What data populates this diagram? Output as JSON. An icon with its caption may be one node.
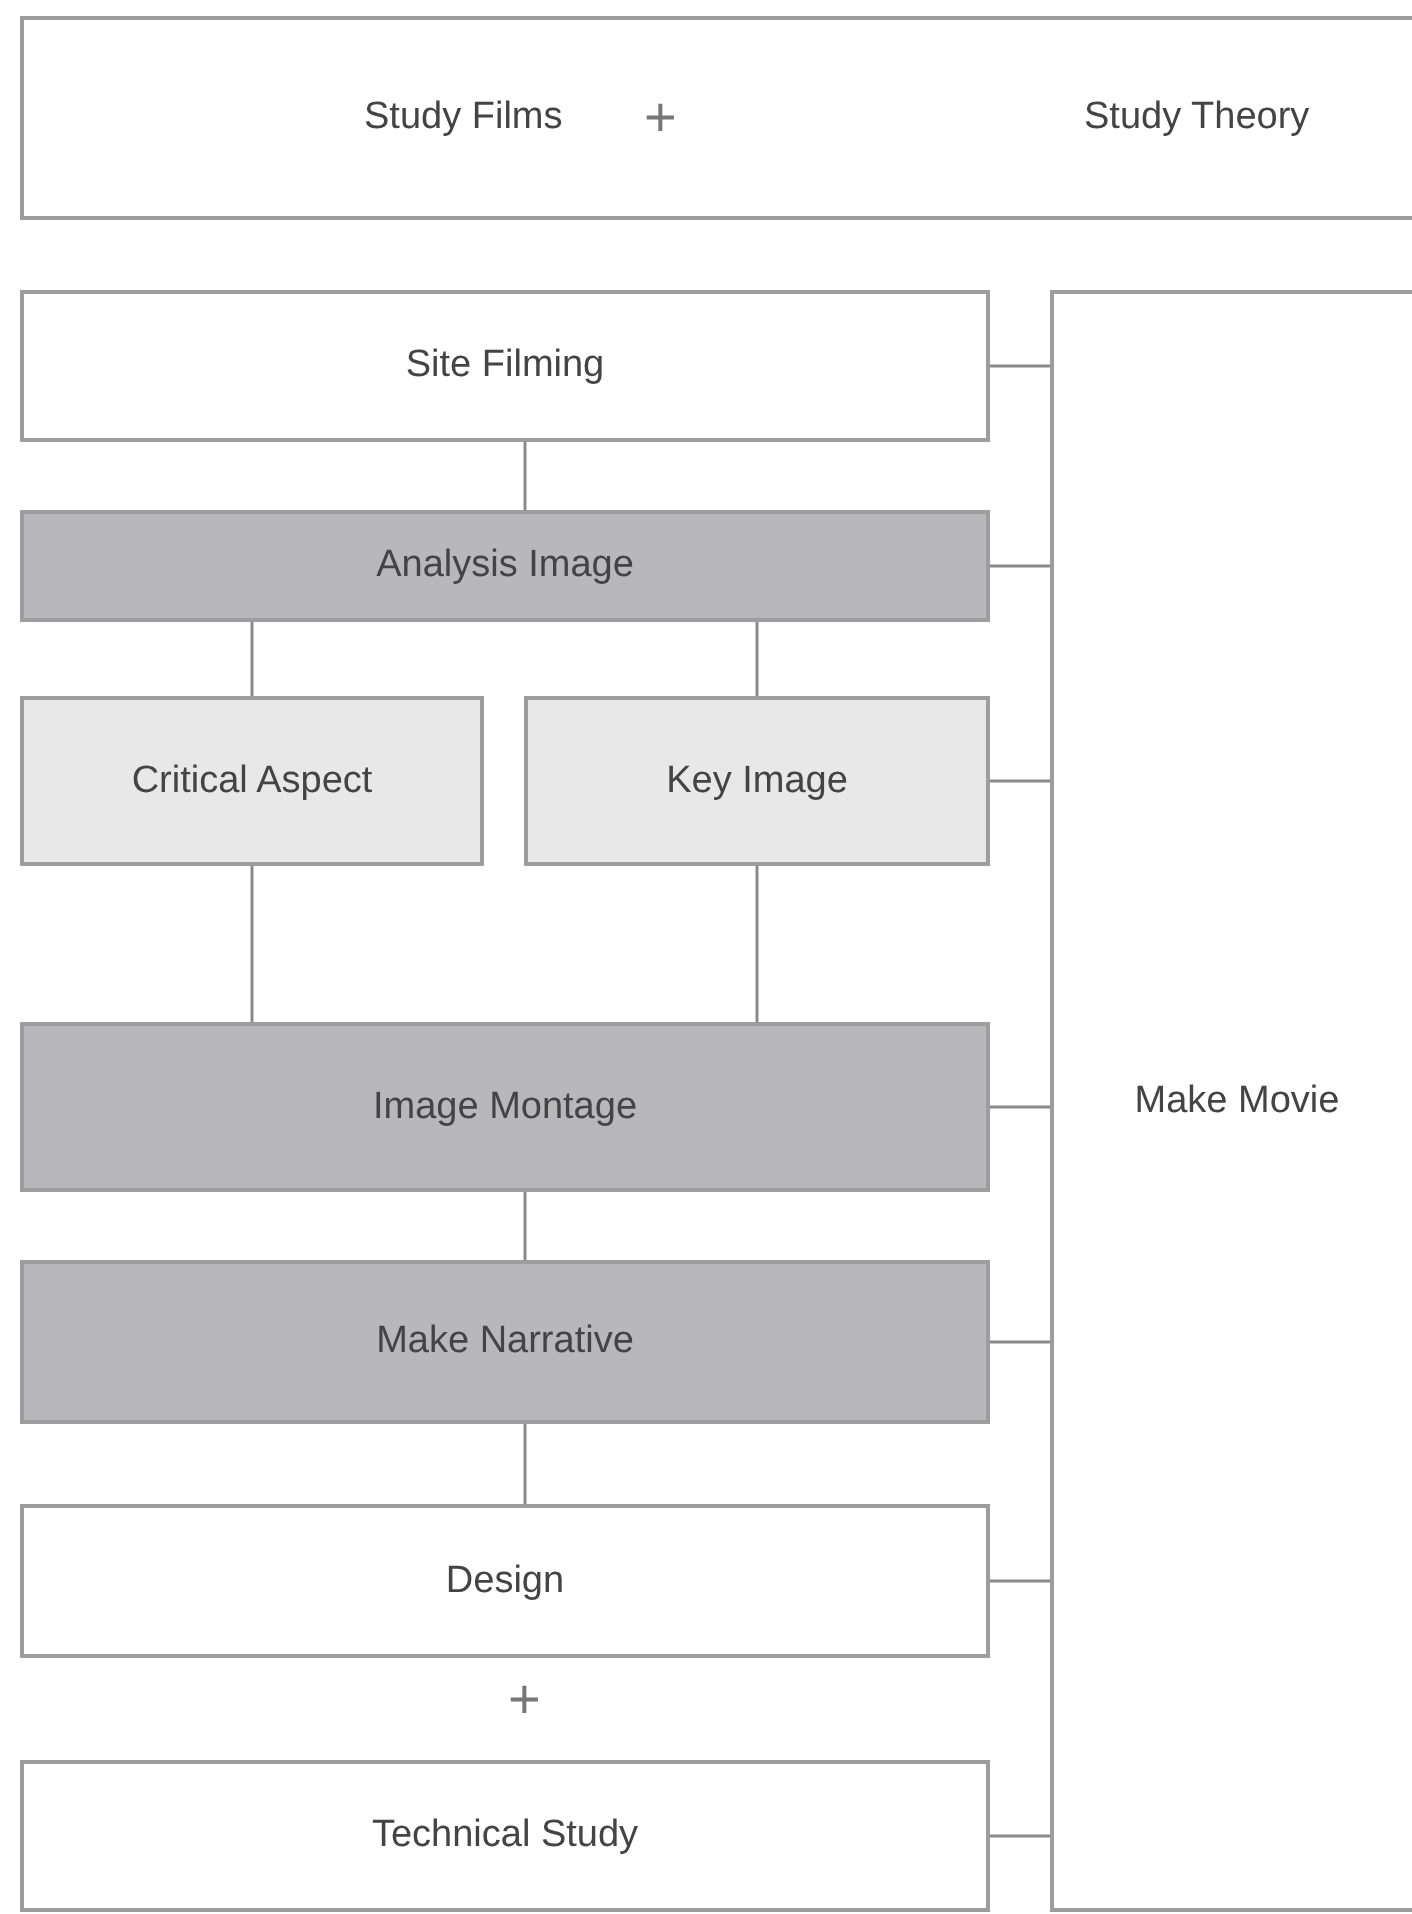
{
  "diagram": {
    "nodes": [
      {
        "text": [
          "Study Films",
          "+",
          "Study Theory"
        ]
      },
      {
        "text": [
          "Site Filming"
        ]
      },
      {
        "text": [
          "Analysis Image"
        ]
      },
      {
        "text": [
          "Critical Aspect"
        ]
      },
      {
        "text": [
          "Key Image"
        ]
      },
      {
        "text": [
          "Image Montage"
        ]
      },
      {
        "text": [
          "Make Narrative"
        ]
      },
      {
        "text": [
          "Design"
        ]
      },
      {
        "text": [
          "Technical Study"
        ]
      },
      {
        "text": [
          "Make Movie"
        ]
      }
    ],
    "edges": [
      {
        "from": 1,
        "to": 2,
        "arrow": "none"
      },
      {
        "from": 2,
        "to": 3,
        "arrow": "none"
      },
      {
        "from": 2,
        "to": 4,
        "arrow": "none"
      },
      {
        "from": 3,
        "to": 5,
        "arrow": "none"
      },
      {
        "from": 4,
        "to": 5,
        "arrow": "none"
      },
      {
        "from": 5,
        "to": 6,
        "arrow": "none"
      },
      {
        "from": 6,
        "to": 7,
        "arrow": "none"
      },
      {
        "from": 1,
        "to": 9,
        "arrow": "none"
      },
      {
        "from": 2,
        "to": 9,
        "arrow": "none"
      },
      {
        "from": 4,
        "to": 9,
        "arrow": "none"
      },
      {
        "from": 5,
        "to": 9,
        "arrow": "none"
      },
      {
        "from": 6,
        "to": 9,
        "arrow": "none"
      },
      {
        "from": 7,
        "to": 9,
        "arrow": "none"
      },
      {
        "from": 8,
        "to": 9,
        "arrow": "none"
      }
    ],
    "labels": [
      "+"
    ]
  }
}
